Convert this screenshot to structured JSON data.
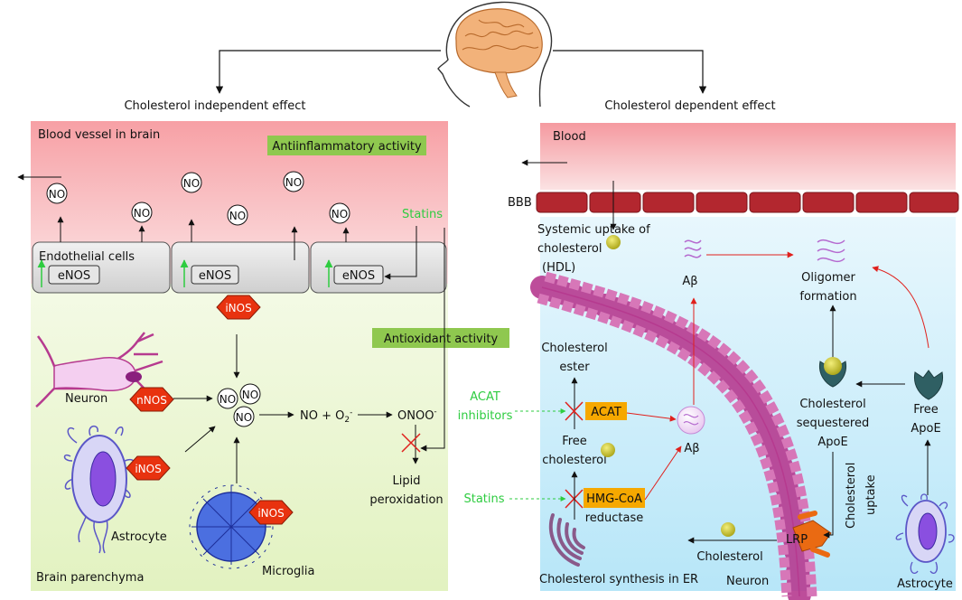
{
  "left": {
    "title": "Cholesterol independent effect",
    "blood_vessel": "Blood vessel in brain",
    "antiinflammatory": "Antiinflammatory activity",
    "statins_top": "Statins",
    "endothelial": "Endothelial cells",
    "enos": "eNOS",
    "inos": "iNOS",
    "nnos": "nNOS",
    "antioxidant": "Antioxidant activity",
    "neuron": "Neuron",
    "astrocyte": "Astrocyte",
    "microglia": "Microglia",
    "parenchyma": "Brain parenchyma",
    "no": "NO",
    "equation_left": "NO + O",
    "equation_sup": "2",
    "equation_sup2": "-",
    "oonoo": "ONOO",
    "oonoo_sup": "-",
    "lipid_line1": "Lipid",
    "lipid_line2": "peroxidation"
  },
  "right": {
    "title": "Cholesterol dependent effect",
    "blood": "Blood",
    "bbb": "BBB",
    "systemic_line1": "Systemic uptake of",
    "systemic_line2": "cholesterol",
    "systemic_line3": "(HDL)",
    "abeta": "Aβ",
    "oligomer_line1": "Oligomer",
    "oligomer_line2": "formation",
    "ch_ester_line1": "Cholesterol",
    "ch_ester_line2": "ester",
    "acat_inhib_line1": "ACAT",
    "acat_inhib_line2": "inhibitors",
    "acat": "ACAT",
    "free_chol_line1": "Free",
    "free_chol_line2": "cholesterol",
    "statins": "Statins",
    "hmg_line1": "HMG-CoA",
    "hmg_line2": "reductase",
    "synthesis": "Cholesterol synthesis in ER",
    "neuron": "Neuron",
    "cholesterol": "Cholesterol",
    "lrp": "LRP",
    "sequestered_line1": "Cholesterol",
    "sequestered_line2": "sequestered",
    "sequestered_line3": "ApoE",
    "free_apoe_line1": "Free",
    "free_apoe_line2": "ApoE",
    "uptake_line1": "Cholesterol",
    "uptake_line2": "uptake",
    "astrocyte": "Astrocyte"
  },
  "colors": {
    "vessel_pink": "#f4a6ab",
    "parenchyma_green": "#eef7d6",
    "right_blue": "#cdeefb",
    "bbb_red": "#b3272f",
    "green_box": "#8fc84f",
    "red_hex": "#e8320f",
    "orange_box": "#f6a800",
    "membrane": "#b63a8f",
    "green_text": "#2ecc40"
  }
}
